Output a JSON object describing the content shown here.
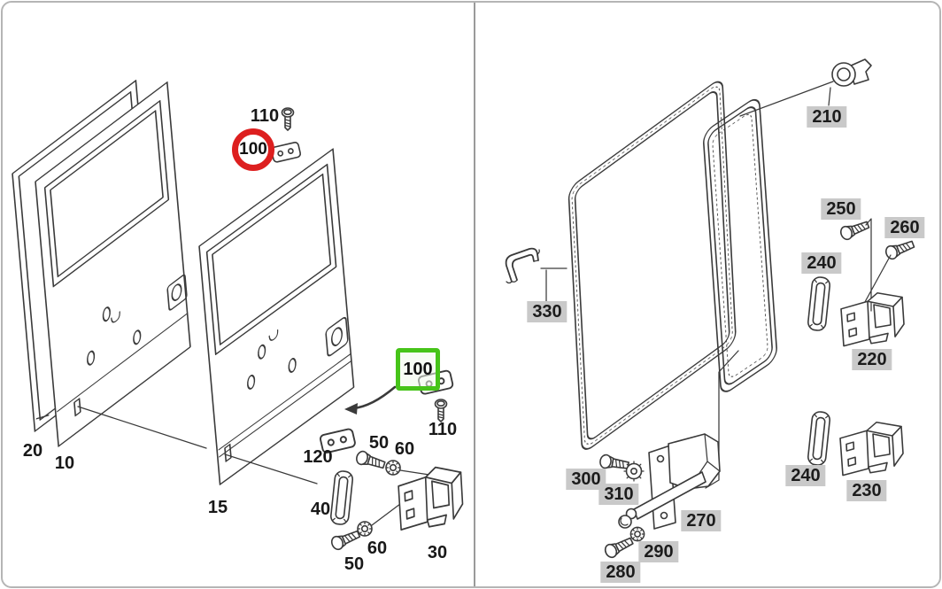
{
  "colors": {
    "line": "#3a3a3a",
    "label_bg": "#c9c9c9",
    "highlight_red": "#dd1f1f",
    "highlight_green": "#46c419",
    "divider": "#9a9a9a",
    "border": "#b5b5b5"
  },
  "left_panel": {
    "labels": {
      "top_110": "110",
      "red_100": "100",
      "seal_20": "20",
      "door_10": "10",
      "door_15": "15",
      "green_100": "100",
      "right_110": "110",
      "plate_120": "120",
      "gasket_40": "40",
      "bolt_upper_50": "50",
      "washer_upper_60": "60",
      "washer_lower_60": "60",
      "bolt_lower_50": "50",
      "hinge_30": "30"
    }
  },
  "right_panel": {
    "labels": {
      "clip_210": "210",
      "bolt_250": "250",
      "bolt_260": "260",
      "gasket_upper_240": "240",
      "hinge_220": "220",
      "clip_330": "330",
      "bolt_300": "300",
      "washer_310": "310",
      "strap_270": "270",
      "gasket_lower_240": "240",
      "hinge_230": "230",
      "washer_290": "290",
      "bolt_280": "280"
    }
  }
}
